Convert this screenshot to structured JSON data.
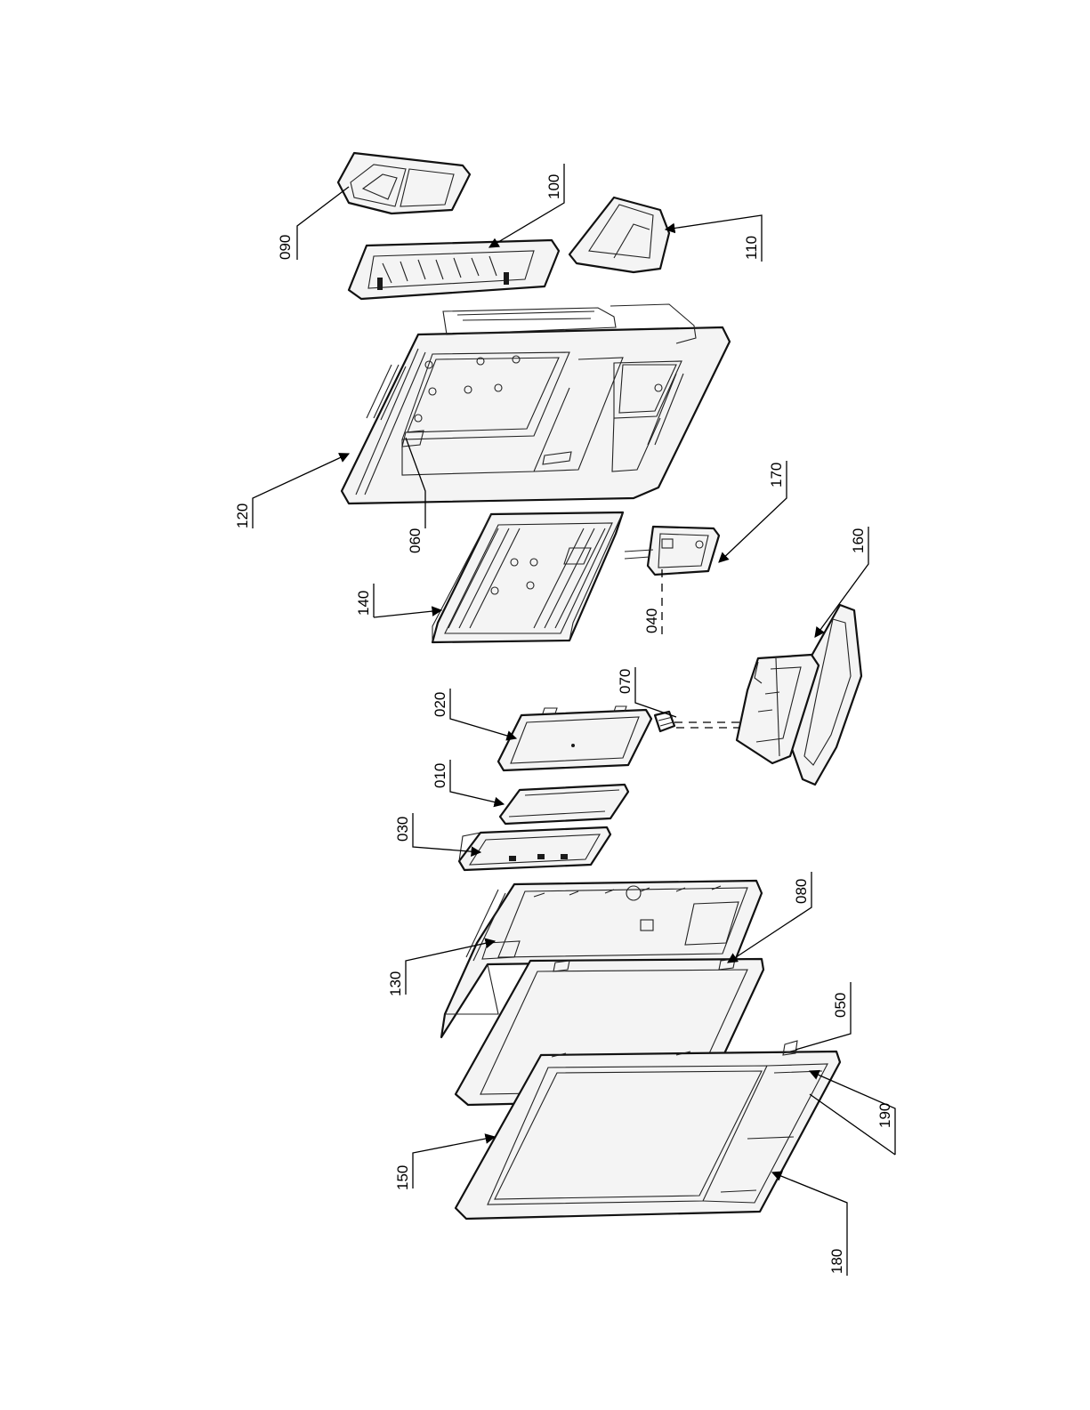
{
  "callouts": {
    "p010": "010",
    "p020": "020",
    "p030": "030",
    "p040": "040",
    "p050": "050",
    "p060": "060",
    "p070": "070",
    "p080": "080",
    "p090": "090",
    "p100": "100",
    "p110": "110",
    "p120": "120",
    "p130": "130",
    "p140": "140",
    "p150": "150",
    "p160": "160",
    "p170": "170",
    "p180": "180",
    "p190": "190"
  },
  "colors": {
    "line": "#000000",
    "background": "#ffffff"
  }
}
